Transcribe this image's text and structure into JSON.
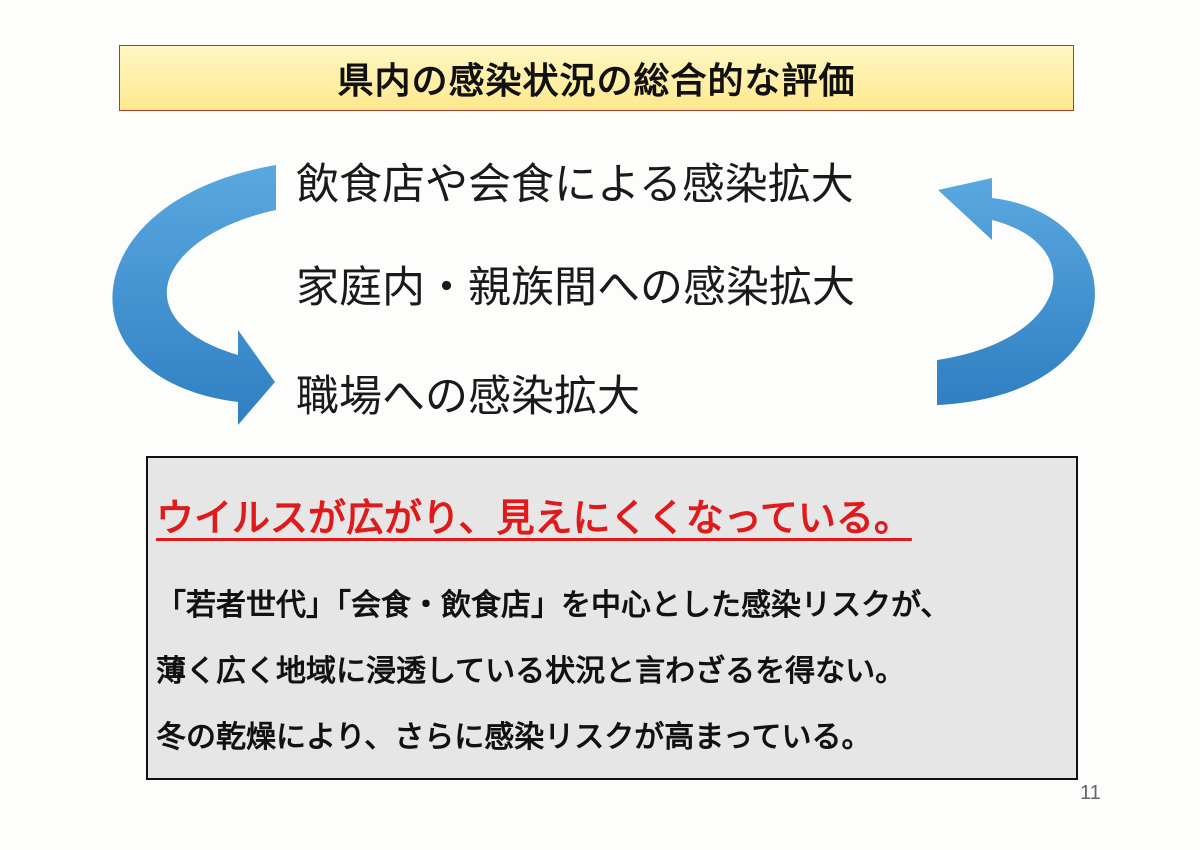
{
  "slide": {
    "title": "県内の感染状況の総合的な評価",
    "cycle_items": [
      "飲食店や会食による感染拡大",
      "家庭内・親族間への感染拡大",
      "職場への感染拡大"
    ],
    "headline": "ウイルスが広がり、見えにくくなっている。",
    "body_lines": [
      "「若者世代」「会食・飲食店」を中心とした感染リスクが、",
      "薄く広く地域に浸透している状況と言わざるを得ない。",
      "冬の乾燥により、さらに感染リスクが高まっている。"
    ],
    "page_number": "11"
  },
  "colors": {
    "arrow": "#3a8fd0",
    "headline": "#e01a1a",
    "title_border": "#b23a2c",
    "title_fill": "#ffeea0",
    "box_fill": "#e6e6e6"
  },
  "icons": {
    "left_arrow": "curved-arrow-down-right",
    "right_arrow": "curved-arrow-up-left"
  }
}
